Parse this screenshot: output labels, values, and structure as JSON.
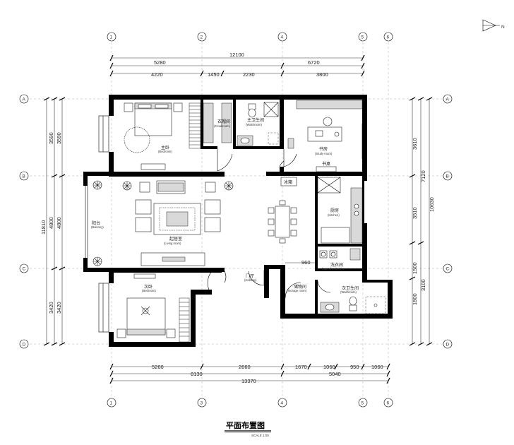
{
  "title": "平面布置图",
  "scale": "SCALE 1:00",
  "north_mark": "N",
  "axes_columns": [
    "1",
    "2",
    "3",
    "4",
    "5",
    "6"
  ],
  "axes_rows": [
    "A",
    "B",
    "C",
    "D"
  ],
  "dims_top": {
    "overall": "12100",
    "row2": [
      "5280",
      "6720"
    ],
    "row3": [
      "4220",
      "1450",
      "2230",
      "3800"
    ]
  },
  "dims_bottom": {
    "row1": [
      "5260",
      "2660",
      "1670",
      "1060",
      "950",
      "1060"
    ],
    "row2": [
      "8130",
      "5040"
    ],
    "overall": "13370"
  },
  "dims_left": {
    "outer": "11810",
    "a": [
      "3590",
      "3590"
    ],
    "b": [
      "4800",
      "4800"
    ],
    "c": [
      "3420",
      "3420"
    ]
  },
  "dims_right": {
    "inner": [
      "3610",
      "3510",
      "1500",
      "1800"
    ],
    "mid": [
      "7120",
      "3100"
    ],
    "outer": "10630"
  },
  "dim_960": "960",
  "rooms": {
    "master_bedroom": {
      "cn": "主卧",
      "en": "(Bedroom)"
    },
    "cloakroom": {
      "cn": "衣帽间",
      "en": "(Cloakroom)"
    },
    "master_bath": {
      "cn": "主卫生间",
      "en": "(Washroom)"
    },
    "study": {
      "cn": "书房",
      "en": "(Study room)"
    },
    "balcony": {
      "cn": "阳台",
      "en": "(Balcony)"
    },
    "living": {
      "cn": "起居室",
      "en": "(Living room)"
    },
    "kitchen": {
      "cn": "厨房",
      "en": "(Kitchen)"
    },
    "laundry": {
      "cn": "洗衣间",
      "en": "(Laundry room)"
    },
    "bedroom2": {
      "cn": "次卧",
      "en": "(Bedroom)"
    },
    "hallway": {
      "cn": "门厅",
      "en": "(Hallway)"
    },
    "storage": {
      "cn": "储物间",
      "en": "(Storage room)"
    },
    "bath2": {
      "cn": "次卫生间",
      "en": "(Washroom)"
    }
  },
  "fridge": {
    "cn": "冰箱"
  },
  "desk": {
    "cn": "书桌"
  }
}
